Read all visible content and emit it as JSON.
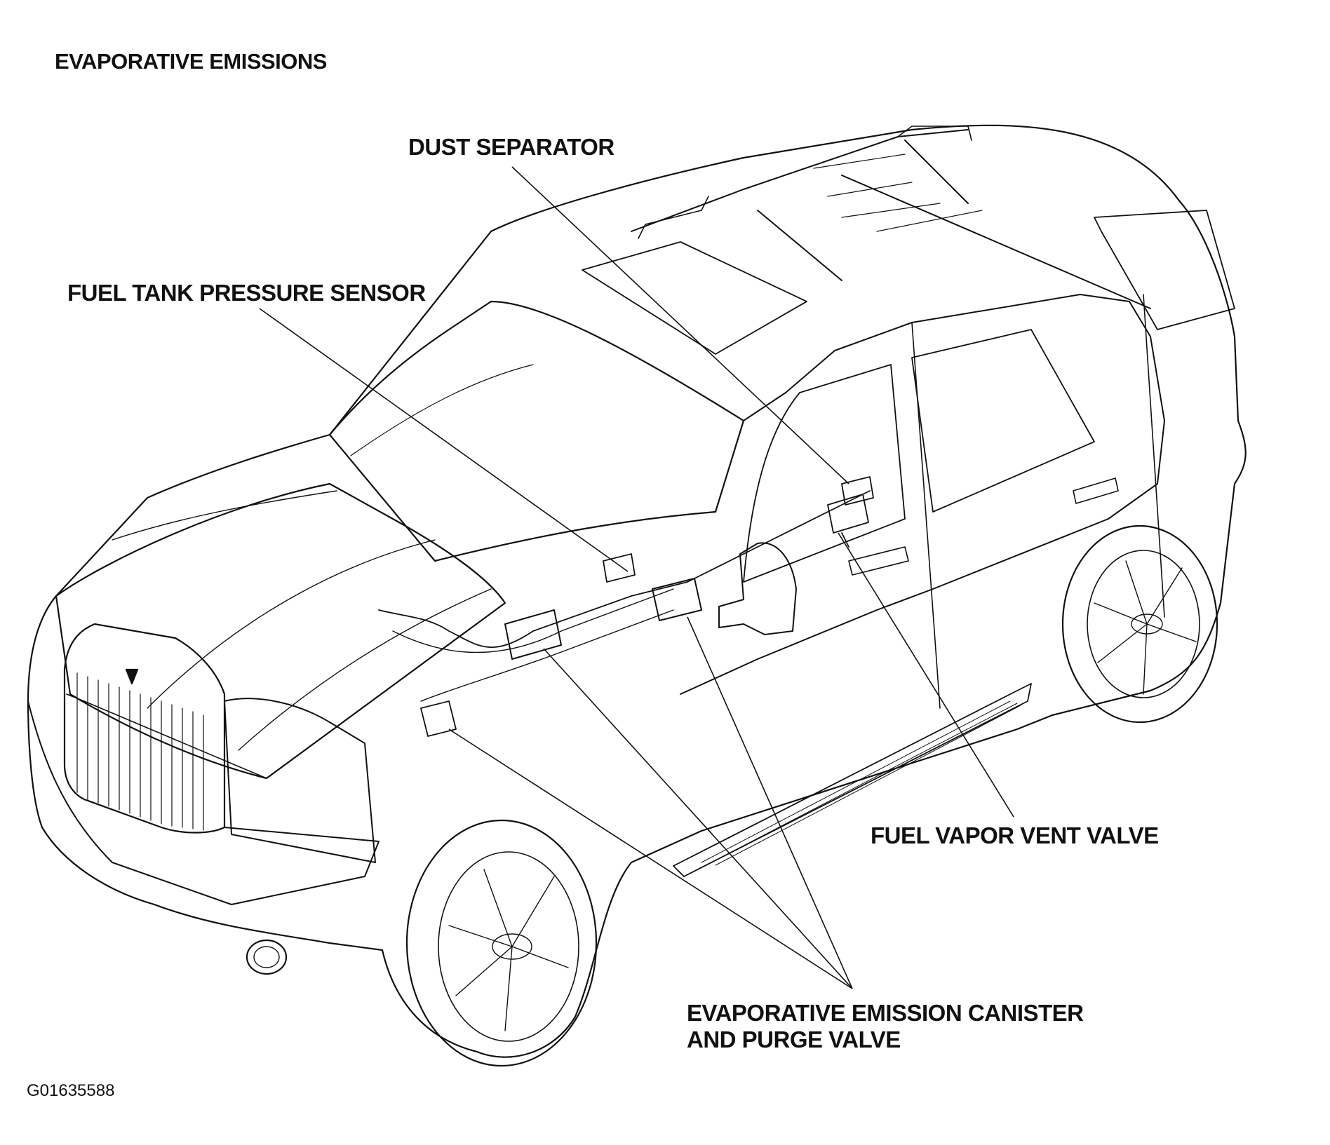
{
  "title": "EVAPORATIVE EMISSIONS",
  "callouts": {
    "dust_separator": "DUST SEPARATOR",
    "fuel_tank_pressure_sensor": "FUEL TANK PRESSURE SENSOR",
    "fuel_vapor_vent_valve": "FUEL VAPOR VENT VALVE",
    "canister_line1": "EVAPORATIVE EMISSION CANISTER",
    "canister_line2": "AND PURGE VALVE"
  },
  "figure_id": "G01635588",
  "colors": {
    "ink": "#111111",
    "paper": "#ffffff"
  }
}
